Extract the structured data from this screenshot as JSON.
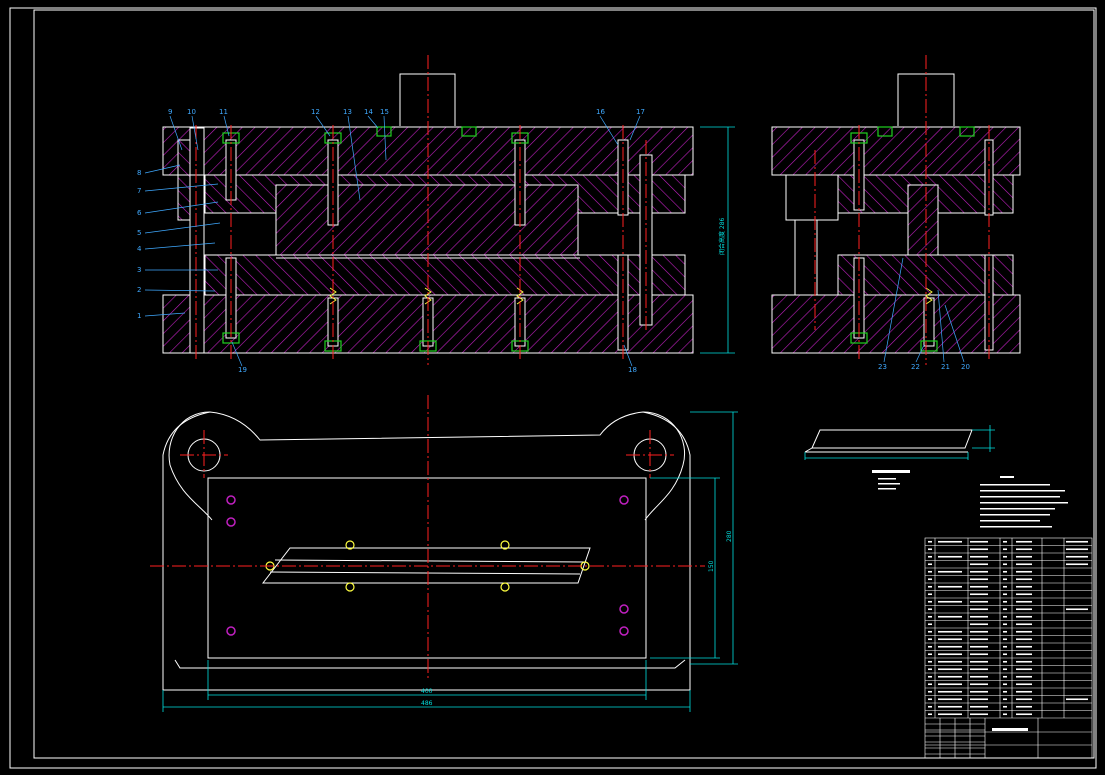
{
  "colors": {
    "background": "#000000",
    "frame": "#ffffff",
    "outline": "#ffffff",
    "hatch": "#c020c0",
    "centerline": "#ff2020",
    "dimension": "#00e0e0",
    "callout": "#3fa9ff",
    "fastener": "#20d020",
    "spring": "#ffff40"
  },
  "callouts_front": [
    "1",
    "2",
    "3",
    "4",
    "5",
    "6",
    "7",
    "8",
    "9",
    "10",
    "11",
    "12",
    "13",
    "14",
    "15",
    "16",
    "17",
    "18",
    "19"
  ],
  "callouts_side": [
    "20",
    "21",
    "22",
    "23"
  ],
  "dimensions": {
    "closed_height": "闭合高度 286",
    "plan_width_inner": "400",
    "plan_width_outer": "486",
    "plan_height_inner": "150",
    "plan_height_outer": "280"
  }
}
